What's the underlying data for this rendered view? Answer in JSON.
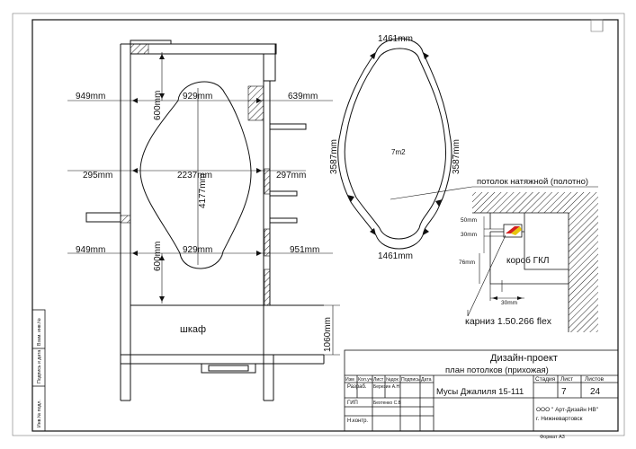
{
  "dimensions": {
    "top_left": "949mm",
    "top_inner": "929mm",
    "top_right": "639mm",
    "top_vertical": "600mm",
    "mid_left": "295mm",
    "mid_width": "2237mm",
    "mid_right": "297mm",
    "mid_height": "4177mm",
    "bottom_left": "949mm",
    "bottom_inner": "929mm",
    "bottom_right": "951mm",
    "bottom_vertical": "600mm",
    "cabinet_height": "1060mm"
  },
  "labels": {
    "cabinet": "шкаф"
  },
  "oval_view": {
    "top_width": "1461mm",
    "bottom_width": "1461mm",
    "left_height": "3587mm",
    "right_height": "3587mm",
    "area": "7m2"
  },
  "section_detail": {
    "ceiling_label": "потолок натяжной (полотно)",
    "dim_50": "50mm",
    "dim_30": "30mm",
    "dim_76": "76mm",
    "dim_30_bottom": "30mm",
    "box_label": "короб ГКЛ",
    "cornice_label": "карниз 1.50.266 flex"
  },
  "side_stamp": {
    "col1": "Инв.№ подл.",
    "col2": "Подпись и дата",
    "col3": "Взам. инв.№"
  },
  "title_block": {
    "project_type": "Дизайн-проект",
    "sheet_title": "план потолков (прихожая)",
    "address": "Мусы Джалиля 15-111",
    "headers": [
      "Изм",
      "Кол.уч",
      "Лист",
      "№док",
      "Подпись",
      "Дата"
    ],
    "row_dev_label": "Разраб.",
    "row_dev_name": "Березин А.Н",
    "row_gip_label": "ГИП",
    "row_gip_name": "Бехтенко С.В",
    "row_nkontr_label": "Н.контр.",
    "stage_header": "Стадия",
    "sheet_header": "Лист",
    "sheets_header": "Листов",
    "sheet_value": "7",
    "sheets_value": "24",
    "company": "ООО \" Арт-Дизайн НВ\"",
    "city": "г. Нижневартовск",
    "format": "Формат А3"
  }
}
